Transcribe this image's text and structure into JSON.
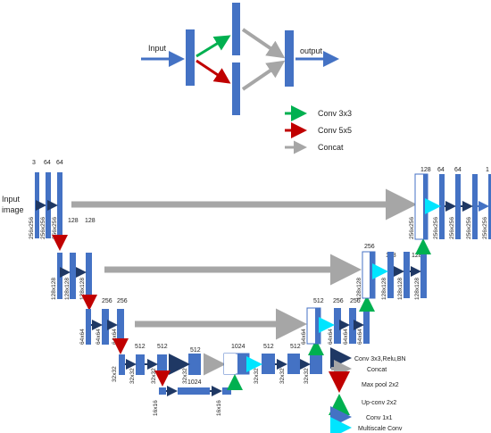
{
  "top_module": {
    "input_label": "Input",
    "output_label": "output",
    "legend": {
      "conv3": "Conv 3x3",
      "conv5": "Conv 5x5",
      "concat": "Concat"
    }
  },
  "unet": {
    "input_label_line1": "Input",
    "input_label_line2": "image",
    "l1": {
      "c0": "3",
      "c1": "64",
      "c2": "64",
      "d0": "256x256",
      "d1": "256x256",
      "d2": "256x256"
    },
    "l2": {
      "c0": "128",
      "c1": "128",
      "d0": "128x128",
      "d1": "128x128",
      "d2": "128x128"
    },
    "l3": {
      "c0": "256",
      "c1": "256",
      "d0": "64x64",
      "d1": "64x64",
      "d2": "64x64"
    },
    "l4": {
      "c0": "512",
      "c1": "512",
      "c2": "512",
      "d0": "32x32",
      "d1": "32x32",
      "d2": "32x32",
      "d3": "32x32"
    },
    "l5": {
      "c0": "1024",
      "d0": "16x16",
      "d1": "16x16"
    },
    "u4": {
      "c0": "1024",
      "c1": "512",
      "c2": "512",
      "d0": "32x32",
      "d1": "32x32",
      "d2": "32x32"
    },
    "u3": {
      "c0": "512",
      "c1": "256",
      "c2": "256",
      "d0": "64x64",
      "d1": "64x64",
      "d2": "64x64",
      "d3": "64x64"
    },
    "u2": {
      "c0": "256",
      "c1": "128",
      "c2": "128",
      "d0": "128x128",
      "d1": "128x128",
      "d2": "128x128",
      "d3": "128x128"
    },
    "u1": {
      "c0": "128",
      "c1": "64",
      "c2": "64",
      "c3": "1",
      "d0": "256x256",
      "d1": "256x256",
      "d2": "256x256",
      "d3": "256x256",
      "d4": "256x256"
    }
  },
  "legend": {
    "conv": "Conv 3x3,Relu,BN",
    "concat": "Concat",
    "maxpool": "Max pool 2x2",
    "upconv": "Up-conv 2x2",
    "conv1": "Conv 1x1",
    "multiscale": "Multiscale Conv"
  },
  "colors": {
    "block": "#4472c4",
    "conv_arrow": "#1f3864",
    "concat_arrow": "#a6a6a6",
    "maxpool": "#c00000",
    "upconv": "#70ad47",
    "conv1x1": "#4472c4",
    "multiscale": "#00e5ff",
    "conv3": "#00b050",
    "conv5": "#c00000"
  }
}
